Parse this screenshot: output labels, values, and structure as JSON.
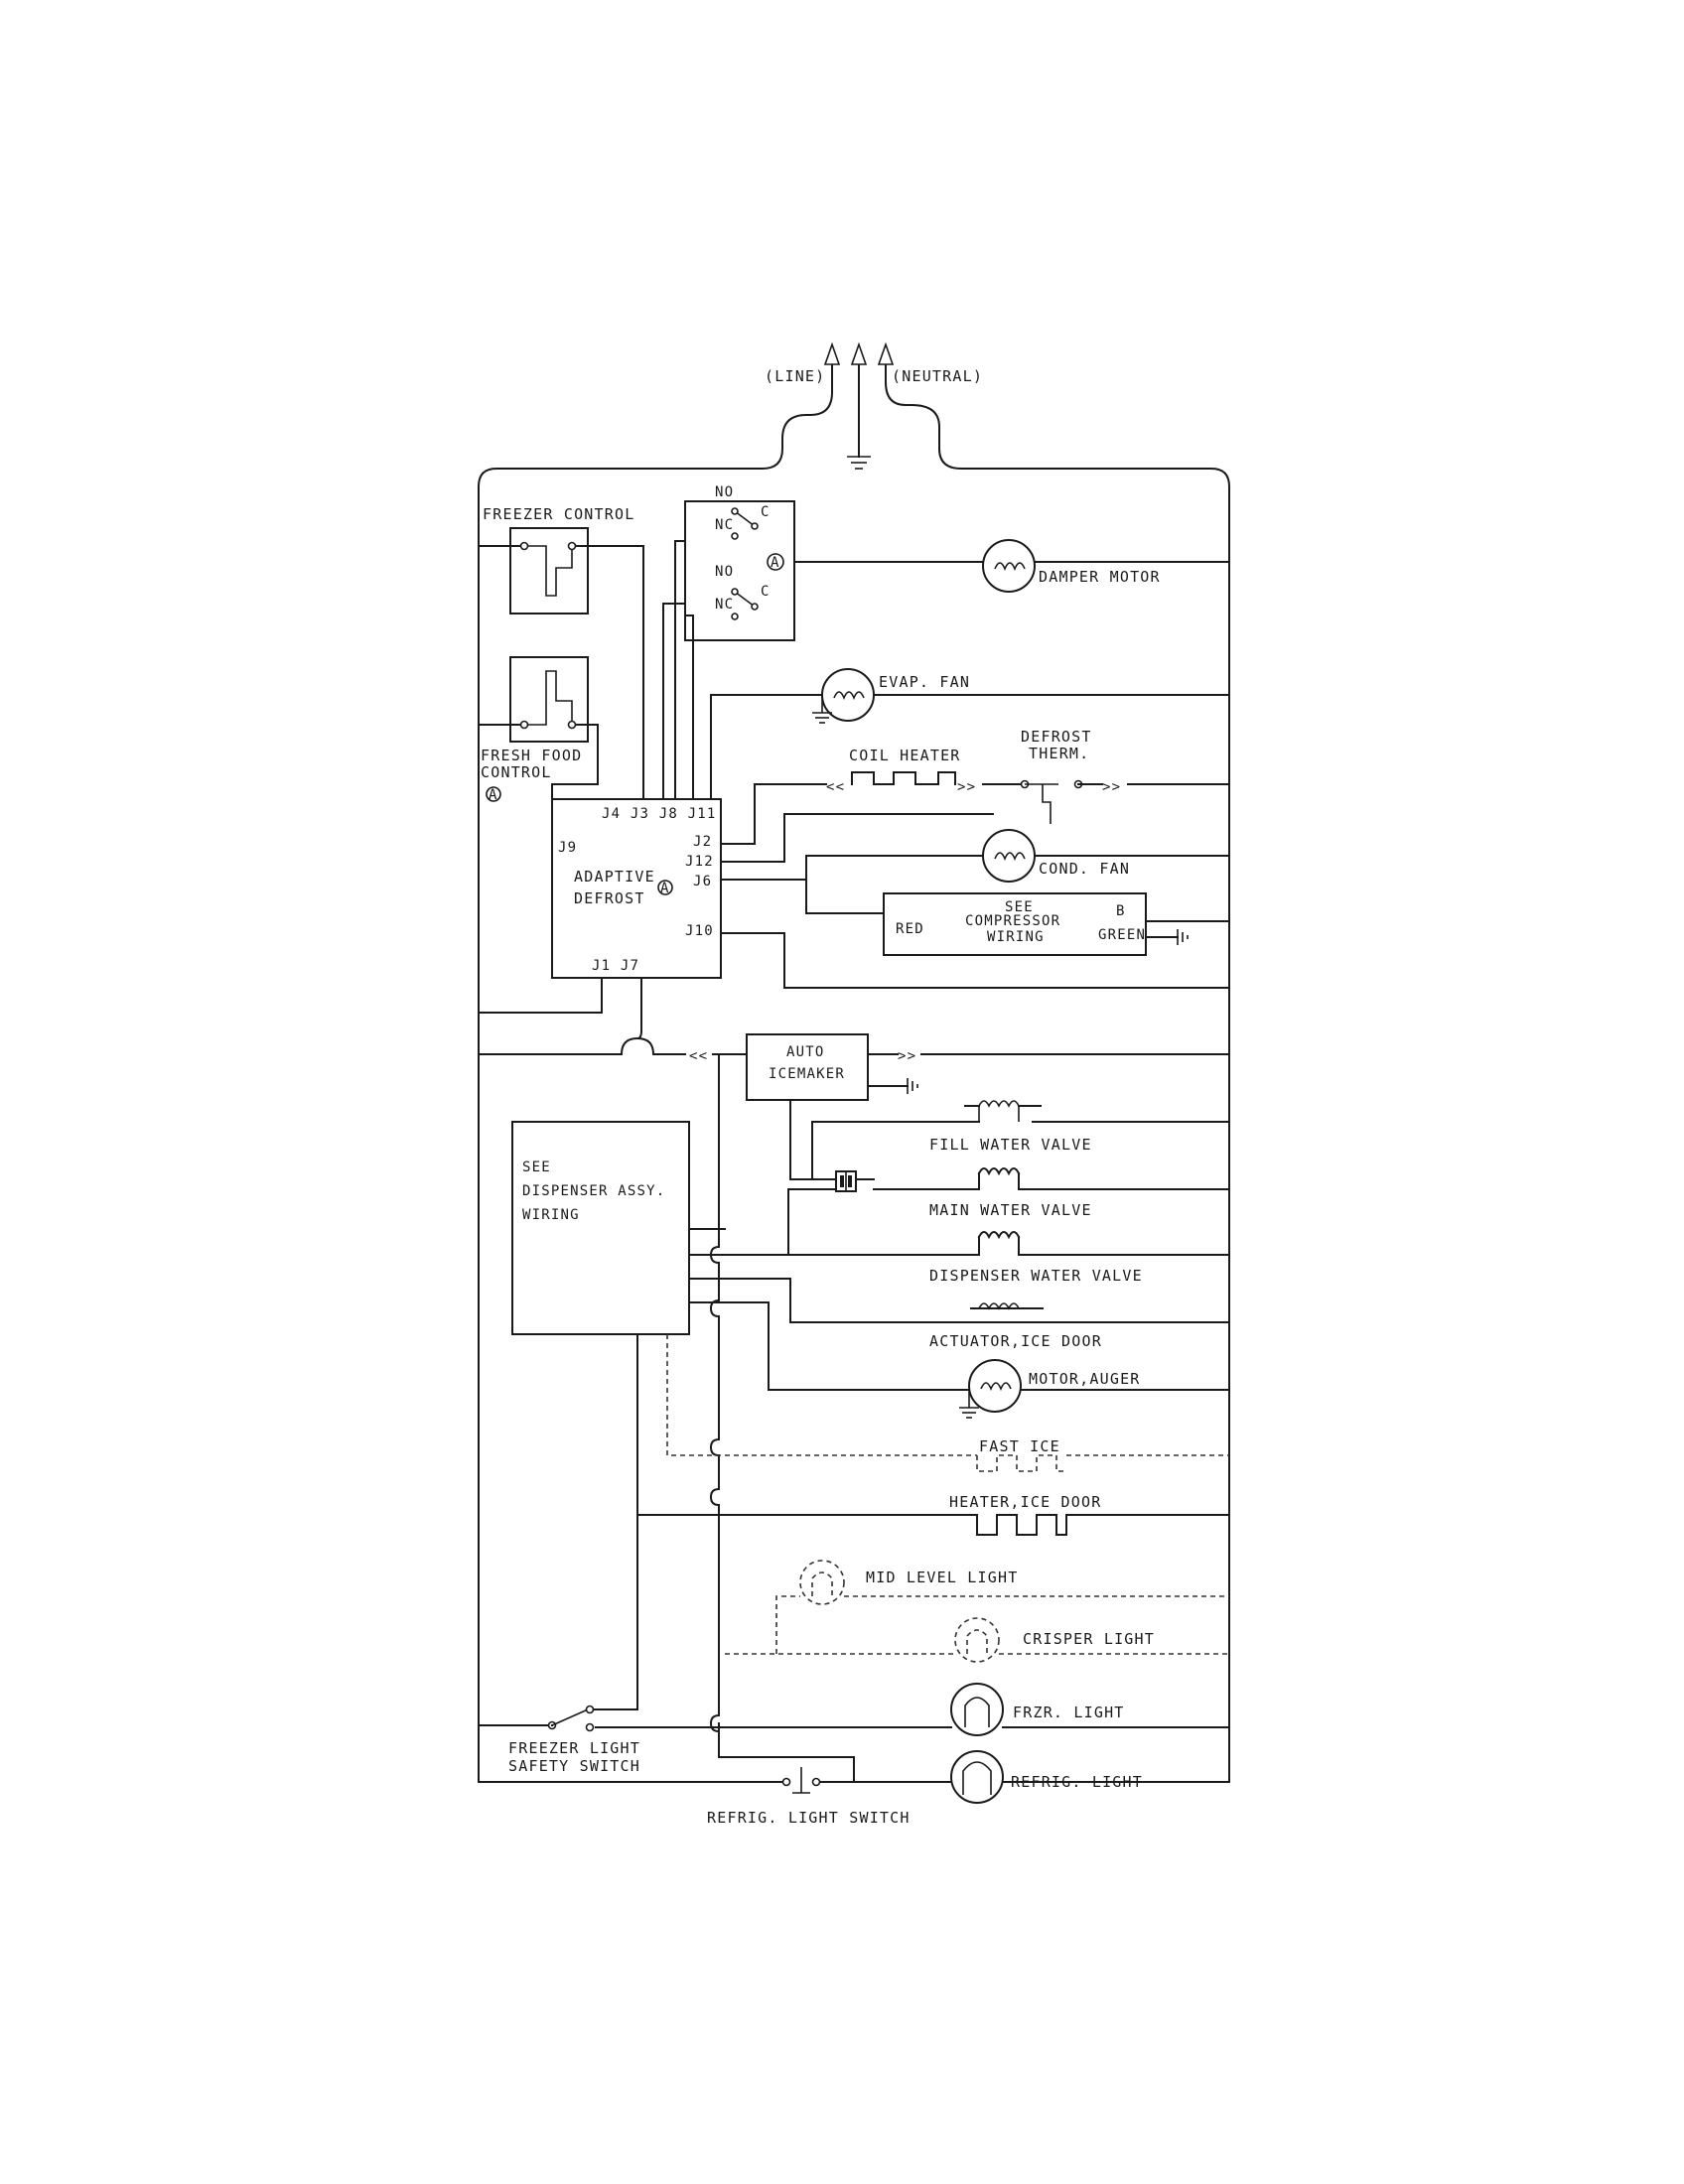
{
  "supply": {
    "line": "(LINE)",
    "neutral": "(NEUTRAL)"
  },
  "controls": {
    "freezer_control": "FREEZER CONTROL",
    "fresh_food_control_1": "FRESH FOOD",
    "fresh_food_control_2": "CONTROL",
    "note_marker": "A"
  },
  "relay": {
    "no_top": "NO",
    "nc_top": "NC",
    "c_top": "C",
    "no_bottom": "NO",
    "nc_bottom": "NC",
    "c_bottom": "C"
  },
  "defrost_board": {
    "title_1": "ADAPTIVE",
    "title_2": "DEFROST",
    "pins_top": "J4  J3 J8  J11",
    "j9": "J9",
    "j2": "J2",
    "j12": "J12",
    "j6": "J6",
    "j10": "J10",
    "pins_bottom": "J1  J7"
  },
  "components": {
    "damper_motor": "DAMPER MOTOR",
    "evap_fan": "EVAP. FAN",
    "coil_heater": "COIL HEATER",
    "defrost_therm_1": "DEFROST",
    "defrost_therm_2": "THERM.",
    "cond_fan": "COND. FAN",
    "compressor_1": "SEE",
    "compressor_2": "COMPRESSOR",
    "compressor_3": "WIRING",
    "red": "RED",
    "b": "B",
    "green": "GREEN",
    "icemaker_1": "AUTO",
    "icemaker_2": "ICEMAKER",
    "dispenser_1": "SEE",
    "dispenser_2": "DISPENSER ASSY.",
    "dispenser_3": "WIRING",
    "fill_water_valve": "FILL WATER VALVE",
    "main_water_valve": "MAIN WATER VALVE",
    "dispenser_water_valve": "DISPENSER WATER VALVE",
    "actuator_ice_door": "ACTUATOR,ICE DOOR",
    "motor_auger": "MOTOR,AUGER",
    "fast_ice": "FAST ICE",
    "heater_ice_door": "HEATER,ICE DOOR",
    "mid_level_light": "MID LEVEL LIGHT",
    "crisper_light": "CRISPER LIGHT",
    "frz_light": "FRZR. LIGHT",
    "refrig_light": "REFRIG. LIGHT",
    "freezer_light_switch_1": "FREEZER LIGHT",
    "freezer_light_switch_2": "SAFETY SWITCH",
    "refrig_light_switch": "REFRIG. LIGHT SWITCH"
  }
}
